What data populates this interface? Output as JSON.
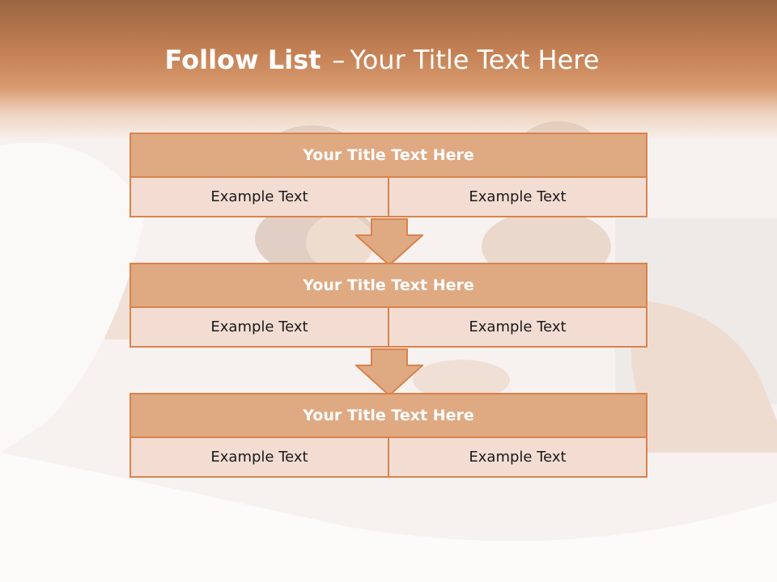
{
  "slide": {
    "title_bold": "Follow List",
    "title_dash": "–",
    "title_rest": "Your Title Text Here"
  },
  "boxes": [
    {
      "title": "Your Title Text Here",
      "left": "Example Text",
      "right": "Example Text"
    },
    {
      "title": "Your Title Text Here",
      "left": "Example Text",
      "right": "Example Text"
    },
    {
      "title": "Your Title Text Here",
      "left": "Example Text",
      "right": "Example Text"
    }
  ],
  "colors": {
    "accent": "#d9834c",
    "box_title_fill": "#dfa982",
    "cell_fill": "#f3ddd3",
    "header": "#c27f53"
  },
  "background_image": "faded-photo-couple-in-bed"
}
